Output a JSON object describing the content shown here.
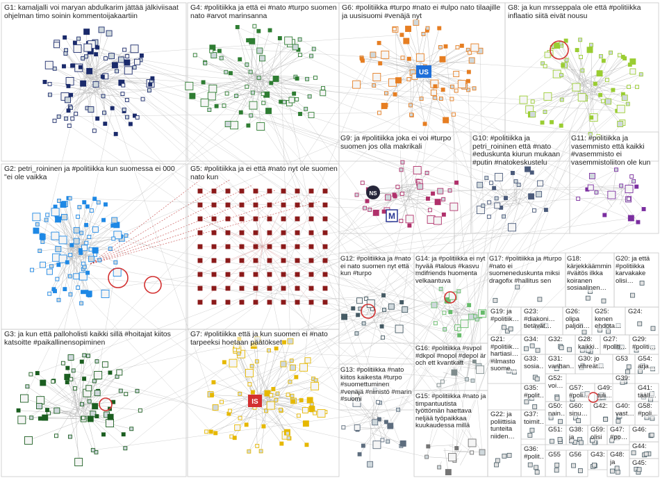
{
  "groups": [
    {
      "id": "G1",
      "label": "G1: kamaljalli voi maryan abdulkarim jättää jälkiviisaat ohjelman timo soinin kommentoijakaartiin",
      "color": "#1a2a6b"
    },
    {
      "id": "G2",
      "label": "G2: petri_roininen ja #politiikka kun suomessa ei 000 \"ei ole vaikka",
      "color": "#1e88e5"
    },
    {
      "id": "G3",
      "label": "G3: ja kun että palloholisti kaikki sillä #hoitajat kiitos katsoitte #paikallinensopiminen",
      "color": "#1b5e20"
    },
    {
      "id": "G4",
      "label": "G4: #politiikka ja että ei #nato #turpo suomen nato #arvot marinsanna",
      "color": "#2e7d32"
    },
    {
      "id": "G5",
      "label": "G5: #politiikka ja ei että #nato nyt ole suomen nato kun",
      "color": "#8b1a1a"
    },
    {
      "id": "G6",
      "label": "G6: #politiikka #turpo #nato ei #ulpo nato tilaajille ja uusisuomi #venäjä nyt",
      "color": "#e67e22"
    },
    {
      "id": "G7",
      "label": "G7: #politiikka että ja kun suomen ei #nato tarpeeksi hoetaan päätökset",
      "color": "#e6b800"
    },
    {
      "id": "G8",
      "label": "G8: ja kun mrsseppala ole että #politiikka inflaatio siitä eivät nousu",
      "color": "#9acd32"
    },
    {
      "id": "G9",
      "label": "G9: ja #politiikka joka ei voi #turpo suomen jos olla makrikali",
      "color": "#b0306b"
    },
    {
      "id": "G10",
      "label": "G10: #politiikka ja petri_roininen että #nato #eduskunta kiurun mukaan #putin #natokeskustelu",
      "color": "#4a5a7a"
    },
    {
      "id": "G11",
      "label": "G11: #politiikka ja vasemmisto että kaikki #vasemmisto ei vasemmistoliiton ole kun",
      "color": "#7b2ea0"
    },
    {
      "id": "G12",
      "label": "G12: #politiikka ja #nato ei nato suomen nyt että kun #turpo",
      "color": "#455a64"
    },
    {
      "id": "G13",
      "label": "G13: #politiikka #nato kiitos kaikesta #turpo #suomettuminen #venäjä #niinistö #marin #suomi",
      "color": "#5d6d7e"
    },
    {
      "id": "G14",
      "label": "G14: ja #politiikka ei nyt hyvää #talous #kasvu mdifriends huomenta velkaantuva",
      "color": "#66bb6a"
    },
    {
      "id": "G15",
      "label": "G15: #politiikka #nato ja timpantuutista työttömän haettava neljää työpaikkaa kuukaudessa millä",
      "color": "#757575"
    },
    {
      "id": "G16",
      "label": "G16: #politiikka #svpol #dkpol #nopol #depol är och ett kvantkatt",
      "color": "#7f8c8d"
    },
    {
      "id": "G17",
      "label": "G17: #politiikka ja #turpo #nato ei suomeneduskunta miksi dragofix #hallitus sen",
      "color": "#607d8b"
    },
    {
      "id": "G18",
      "label": "G18: kärjekkäämmin #väitös ilkka koiranen sosiaalinen…",
      "color": "#607d8b"
    },
    {
      "id": "G19",
      "label": "G19: ja #politiik…",
      "color": "#607d8b"
    },
    {
      "id": "G20",
      "label": "G20: ja että #politiikka karvakake olisi…",
      "color": "#607d8b"
    },
    {
      "id": "G21",
      "label": "G21: #politiik… hartiasi… #ilmasto suome…",
      "color": "#607d8b"
    },
    {
      "id": "G22",
      "label": "G22: ja poliittisia tunteita niiden…",
      "color": "#607d8b"
    },
    {
      "id": "G23",
      "label": "G23: #diakoni… tietävät…",
      "color": "#607d8b"
    },
    {
      "id": "G24",
      "label": "G24:",
      "color": "#607d8b"
    },
    {
      "id": "G25",
      "label": "G25: kenen ehdota…",
      "color": "#607d8b"
    },
    {
      "id": "G26",
      "label": "G26: olipa paljon…",
      "color": "#607d8b"
    },
    {
      "id": "G27",
      "label": "G27: #politi…",
      "color": "#607d8b"
    },
    {
      "id": "G28",
      "label": "G28: kaikki…",
      "color": "#607d8b"
    },
    {
      "id": "G29",
      "label": "G29: #politi…",
      "color": "#607d8b"
    },
    {
      "id": "G30",
      "label": "G30: jo vihreät…",
      "color": "#607d8b"
    },
    {
      "id": "G31",
      "label": "G31: vanhan…",
      "color": "#607d8b"
    },
    {
      "id": "G32",
      "label": "G32:",
      "color": "#607d8b"
    },
    {
      "id": "G33",
      "label": "G33: sosia…",
      "color": "#607d8b"
    },
    {
      "id": "G34",
      "label": "G34:",
      "color": "#607d8b"
    },
    {
      "id": "G35",
      "label": "G35: #polit…",
      "color": "#607d8b"
    },
    {
      "id": "G36",
      "label": "G36: #polit…",
      "color": "#607d8b"
    },
    {
      "id": "G37",
      "label": "G37: toimit…",
      "color": "#607d8b"
    },
    {
      "id": "G38",
      "label": "G38: ja",
      "color": "#607d8b"
    },
    {
      "id": "G39",
      "label": "G39:",
      "color": "#607d8b"
    },
    {
      "id": "G40",
      "label": "G40: vast…",
      "color": "#607d8b"
    },
    {
      "id": "G41",
      "label": "G41: tääll…",
      "color": "#607d8b"
    },
    {
      "id": "G42",
      "label": "G42:",
      "color": "#607d8b"
    },
    {
      "id": "G43",
      "label": "G43:",
      "color": "#607d8b"
    },
    {
      "id": "G44",
      "label": "G44:",
      "color": "#607d8b"
    },
    {
      "id": "G45",
      "label": "G45:",
      "color": "#607d8b"
    },
    {
      "id": "G46",
      "label": "G46:",
      "color": "#607d8b"
    },
    {
      "id": "G47",
      "label": "G47: #po…",
      "color": "#607d8b"
    },
    {
      "id": "G48",
      "label": "G48: ja",
      "color": "#607d8b"
    },
    {
      "id": "G49",
      "label": "G49: tuli…",
      "color": "#607d8b"
    },
    {
      "id": "G50",
      "label": "G50: nain…",
      "color": "#607d8b"
    },
    {
      "id": "G51",
      "label": "G51:",
      "color": "#607d8b"
    },
    {
      "id": "G52",
      "label": "G52: voi…",
      "color": "#607d8b"
    },
    {
      "id": "G53",
      "label": "G53",
      "color": "#607d8b"
    },
    {
      "id": "G54",
      "label": "G54: arja…",
      "color": "#607d8b"
    },
    {
      "id": "G55",
      "label": "G55",
      "color": "#607d8b"
    },
    {
      "id": "G56",
      "label": "G56",
      "color": "#607d8b"
    },
    {
      "id": "G57",
      "label": "G57: #poli…",
      "color": "#607d8b"
    },
    {
      "id": "G58",
      "label": "G58: #poli…",
      "color": "#607d8b"
    },
    {
      "id": "G59",
      "label": "G59: olisi",
      "color": "#607d8b"
    },
    {
      "id": "G60",
      "label": "G60: sinu…",
      "color": "#607d8b"
    }
  ],
  "image_badges": {
    "us": "US",
    "is": "IS",
    "m": "M",
    "ns": "NS"
  }
}
